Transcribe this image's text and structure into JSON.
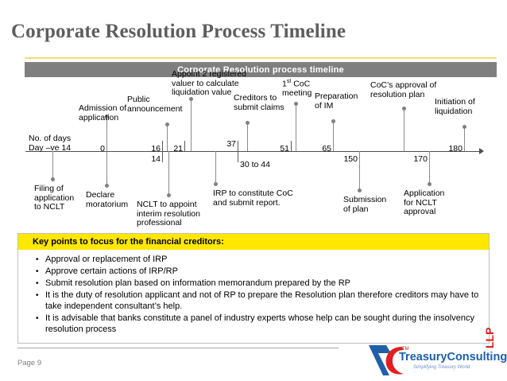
{
  "slide": {
    "title": "Corporate Resolution Process Timeline",
    "section_header": "Corporate Resolution process timeline",
    "page_number": "Page 9",
    "accent_color": "#f2dd6a",
    "header_bar_color": "#7f7f7f",
    "highlight_color": "#ffe700"
  },
  "timeline": {
    "axis_caption_line1": "No. of days",
    "axis_caption_line2": "Day –ve 14",
    "tick_labels": [
      "0",
      "16",
      "21",
      "37",
      "51",
      "65",
      "150",
      "170",
      "180"
    ],
    "sub_labels": [
      "14",
      "30 to 44"
    ],
    "events_above": [
      {
        "label": "Admission of\napplication",
        "day": "0"
      },
      {
        "label": "Public\nannouncement",
        "day": "16"
      },
      {
        "label": "Appoint 2 registered\nvaluer to calculate\nliquidation value",
        "day": "21"
      },
      {
        "label": "Creditors to\nsubmit claims",
        "day": "37"
      },
      {
        "label": "1st CoC\nmeeting",
        "day": "51"
      },
      {
        "label": "Preparation\nof IM",
        "day": "65"
      },
      {
        "label": "CoC’s approval of\nresolution plan",
        "day": "170"
      },
      {
        "label": "Initiation of\nliquidation",
        "day": "180"
      }
    ],
    "events_below": [
      {
        "label": "Filing of\napplication\nto NCLT",
        "day": "–ve 14"
      },
      {
        "label": "Declare\nmoratorium",
        "day": "0"
      },
      {
        "label": "NCLT to appoint\ninterim resolution\nprofessional",
        "day": "14"
      },
      {
        "label": "IRP to constitute CoC\nand submit report.",
        "day": "30 to 44"
      },
      {
        "label": "Submission\nof plan",
        "day": "150"
      },
      {
        "label": "Application\nfor NCLT\napproval",
        "day": "170"
      }
    ]
  },
  "key_points": {
    "title": "Key points to focus for the financial creditors:",
    "items": [
      "Approval or replacement of IRP",
      "Approve certain actions of IRP/RP",
      "Submit resolution plan based on information memorandum prepared by the RP",
      "It is the duty of resolution applicant and not of RP to prepare the Resolution plan therefore creditors may have to take independent consultant’s help.",
      "It is advisable that banks constitute a panel of industry experts whose help can be sought during the insolvency resolution process"
    ]
  },
  "logo": {
    "word1": "Treasury",
    "word2": "Consulting",
    "suffix": "LLP",
    "tagline": "Simplifying Treasury World",
    "brand_blue": "#1f5fa8",
    "brand_red": "#e02020"
  }
}
